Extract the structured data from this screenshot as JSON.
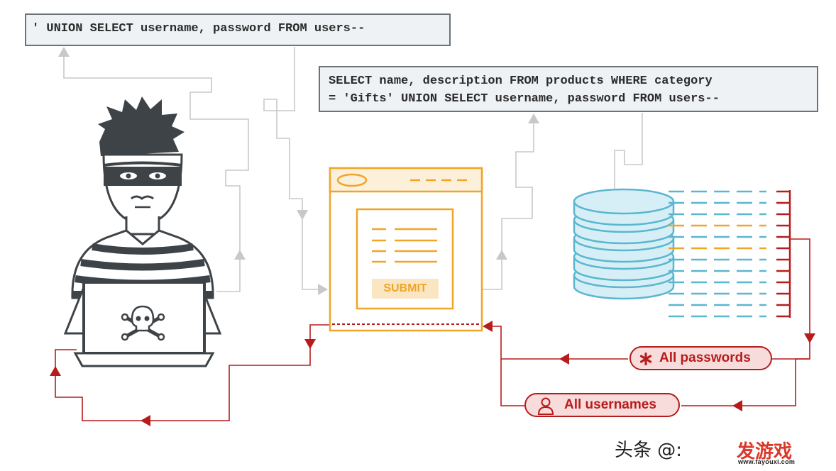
{
  "payload_text": "' UNION SELECT username, password FROM users--",
  "query_lines": [
    "SELECT name, description FROM products WHERE category",
    "= 'Gifts' UNION SELECT username, password FROM users--"
  ],
  "form": {
    "submit_label": "SUBMIT"
  },
  "results": {
    "passwords_label": "All passwords",
    "usernames_label": "All usernames"
  },
  "watermark": {
    "text": "头条 @:",
    "logo_text": "发游戏",
    "logo_url": "www.fayouxi.com"
  },
  "colors": {
    "flow_gray": "#c8c8c8",
    "result_red": "#b71c1c",
    "form_orange": "#f0a527",
    "db_blue": "#5bb6cf"
  },
  "icons": [
    "hacker-figure",
    "skull-crossbones-icon",
    "database-icon",
    "asterisk-icon",
    "user-icon"
  ]
}
